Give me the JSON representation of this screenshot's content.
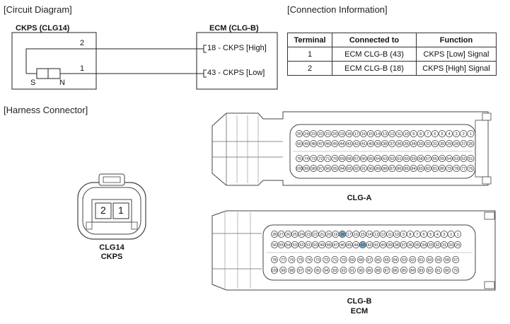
{
  "circuit": {
    "heading": "[Circuit Diagram]",
    "ckps_title": "CKPS (CLG14)",
    "ecm_title": "ECM (CLG-B)",
    "pin2": "2",
    "pin1": "1",
    "s_label": "S",
    "n_label": "N",
    "ecm_pin_high": "18 - CKPS [High]",
    "ecm_pin_low": "43 - CKPS [Low]"
  },
  "connection": {
    "heading": "[Connection Information]",
    "headers": [
      "Terminal",
      "Connected to",
      "Function"
    ],
    "rows": [
      [
        "1",
        "ECM CLG-B (43)",
        "CKPS [Low] Signal"
      ],
      [
        "2",
        "ECM CLG-B (18)",
        "CKPS [High] Signal"
      ]
    ]
  },
  "harness": {
    "heading": "[Harness Connector]",
    "clg14_pin2": "2",
    "clg14_pin1": "1",
    "clg14_name": "CLG14",
    "clg14_sub": "CKPS",
    "clga_name": "CLG-A",
    "clgb_name": "CLG-B",
    "clgb_sub": "ECM",
    "highlight_pins": [
      18,
      43
    ],
    "highlight_color": "#7fb0c8"
  }
}
